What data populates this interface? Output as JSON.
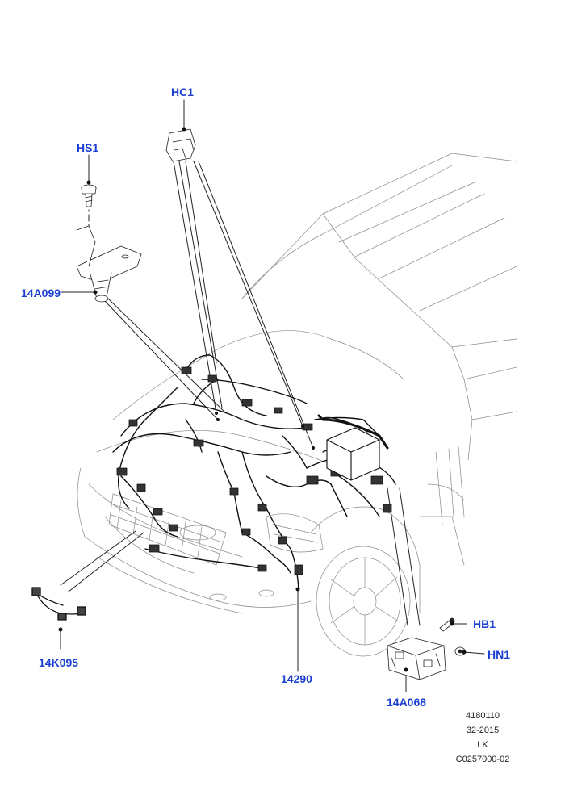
{
  "callouts": {
    "hc1": "HC1",
    "hs1": "HS1",
    "a099": "14A099",
    "k095": "14K095",
    "p14290": "14290",
    "a068": "14A068",
    "hb1": "HB1",
    "hn1": "HN1"
  },
  "info": {
    "line1": "4180110",
    "line2": "32-2015",
    "line3": "LK",
    "line4": "C0257000-02"
  },
  "colors": {
    "callout": "#1a3fd1",
    "line_art": "#222222"
  }
}
